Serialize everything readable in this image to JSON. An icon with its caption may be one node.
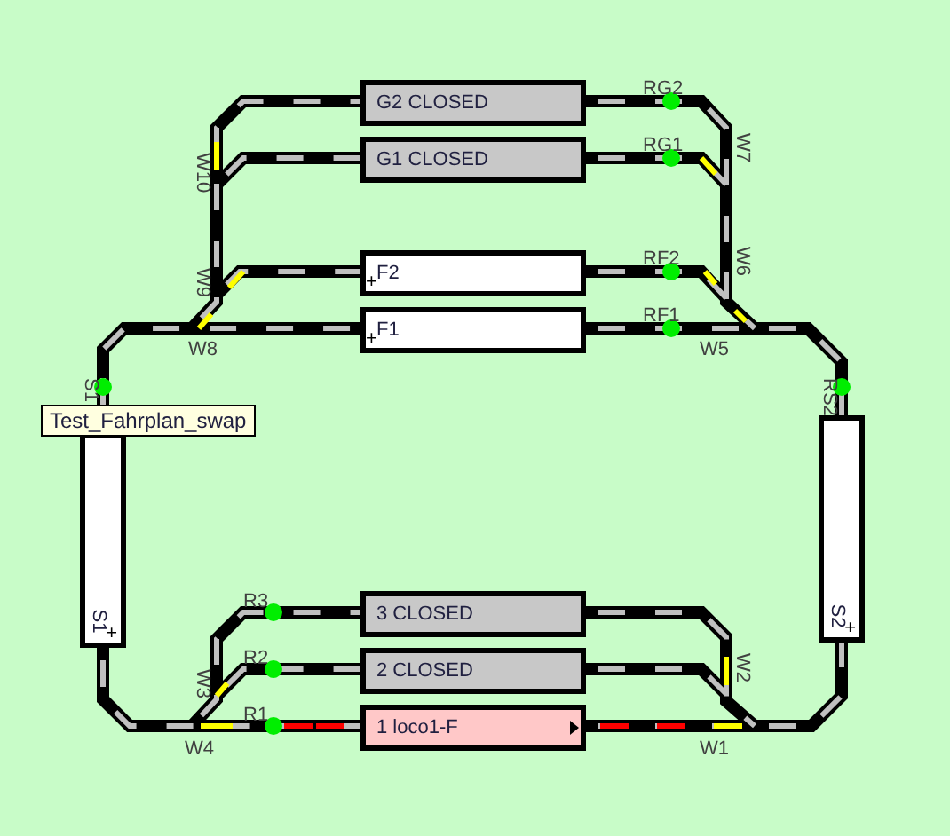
{
  "diagram": {
    "nodes": [
      {
        "text": [
          "G2 CLOSED"
        ]
      },
      {
        "text": [
          "G1 CLOSED"
        ]
      },
      {
        "text": [
          "F2",
          "+"
        ]
      },
      {
        "text": [
          "F1",
          "+"
        ]
      },
      {
        "text": [
          "S1",
          "+"
        ]
      },
      {
        "text": [
          "S2",
          "+"
        ]
      },
      {
        "text": [
          "3 CLOSED"
        ]
      },
      {
        "text": [
          "2 CLOSED"
        ]
      },
      {
        "text": [
          "1 loco1-F"
        ]
      }
    ],
    "labels": [
      "RG2",
      "RG1",
      "W7",
      "W10",
      "RF2",
      "W9",
      "W6",
      "RF1",
      "W8",
      "W5",
      "S1",
      "RS2",
      "Test_Fahrplan_swap",
      "R3",
      "W3",
      "R2",
      "W2",
      "R1",
      "W4",
      "W1"
    ]
  }
}
